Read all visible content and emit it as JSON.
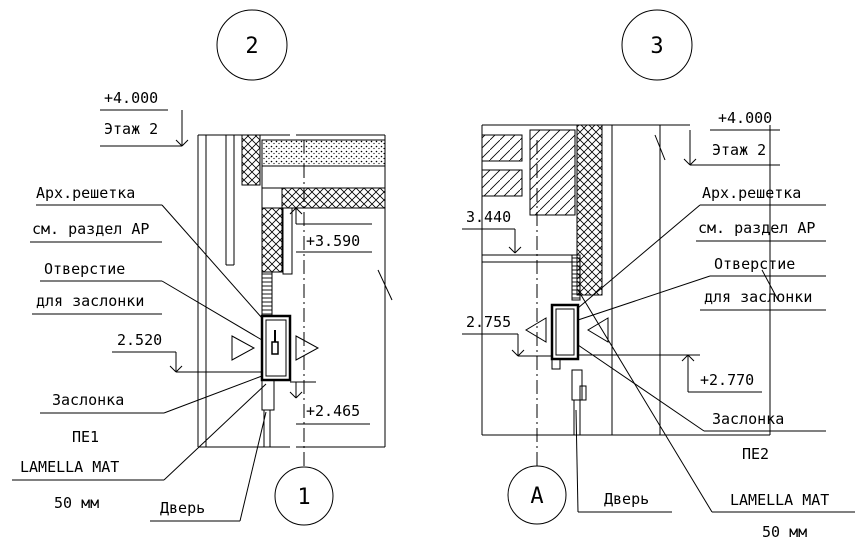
{
  "left": {
    "section_tag": "2",
    "axis_tag": "1",
    "level_top": "+4.000",
    "floor_label": "Этаж 2",
    "grille_line1": "Арх.решетка",
    "grille_line2": "см. раздел АР",
    "opening_line1": "Отверстие",
    "opening_line2": "для заслонки",
    "level_mid": "2.520",
    "level_upper": "+3.590",
    "level_lower": "+2.465",
    "damper_label": "Заслонка",
    "pe_label": "ПЕ1",
    "lamella_label": "LAMELLA MAT",
    "thickness_label": "50 мм",
    "door_label": "Дверь"
  },
  "right": {
    "section_tag": "3",
    "axis_tag": "А",
    "level_top": "+4.000",
    "floor_label": "Этаж 2",
    "level_beam": "3.440",
    "grille_line1": "Арх.решетка",
    "grille_line2": "см. раздел АР",
    "opening_line1": "Отверстие",
    "opening_line2": "для заслонки",
    "level_mid": "2.755",
    "level_lower": "+2.770",
    "damper_label": "Заслонка",
    "pe_label": "ПЕ2",
    "lamella_label": "LAMELLA MAT",
    "thickness_label": "50 мм",
    "door_label": "Дверь"
  }
}
